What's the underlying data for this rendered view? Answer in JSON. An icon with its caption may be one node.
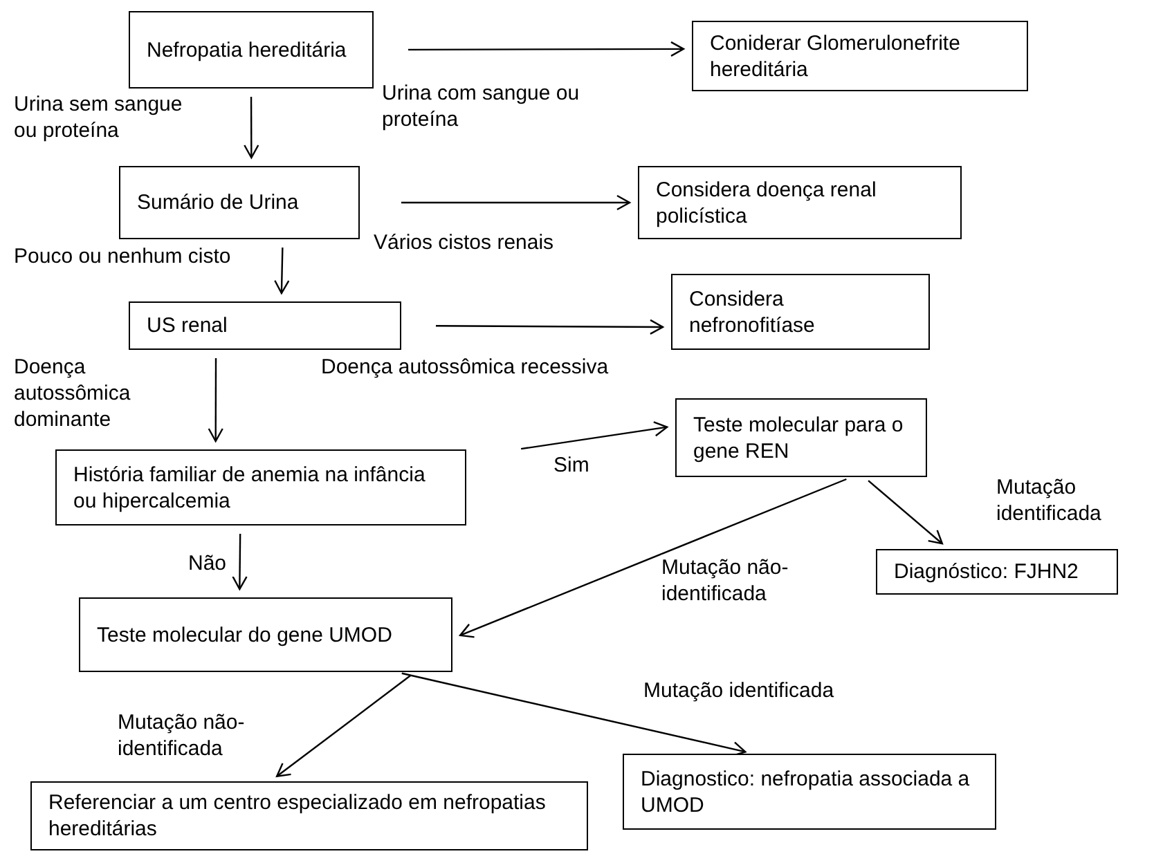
{
  "diagram": {
    "nodes": [
      {
        "text": [
          "Nefropatia hereditária"
        ]
      },
      {
        "text": [
          "Coniderar Glomerulonefrite hereditária"
        ]
      },
      {
        "text": [
          "Sumário de Urina"
        ]
      },
      {
        "text": [
          "Considera doença renal policística"
        ]
      },
      {
        "text": [
          "US renal"
        ]
      },
      {
        "text": [
          "Considera nefronofitíase"
        ]
      },
      {
        "text": [
          "História familiar de anemia na infância ou hipercalcemia"
        ]
      },
      {
        "text": [
          "Teste molecular para o gene REN"
        ]
      },
      {
        "text": [
          "Diagnóstico: FJHN2"
        ]
      },
      {
        "text": [
          "Teste molecular do gene UMOD"
        ]
      },
      {
        "text": [
          "Diagnostico: nefropatia associada a UMOD"
        ]
      },
      {
        "text": [
          "Referenciar a um centro especializado em nefropatias hereditárias"
        ]
      }
    ],
    "edges": [
      {
        "from": 0,
        "to": 1,
        "arrow": "to",
        "label": "Urina com sangue ou proteína"
      },
      {
        "from": 0,
        "to": 2,
        "arrow": "to",
        "label": "Urina sem sangue ou proteína"
      },
      {
        "from": 2,
        "to": 3,
        "arrow": "to",
        "label": "Vários cistos renais"
      },
      {
        "from": 2,
        "to": 4,
        "arrow": "to",
        "label": "Pouco ou nenhum cisto"
      },
      {
        "from": 4,
        "to": 5,
        "arrow": "to",
        "label": "Doença autossômica recessiva"
      },
      {
        "from": 4,
        "to": 6,
        "arrow": "to",
        "label": "Doença autossômica dominante"
      },
      {
        "from": 6,
        "to": 7,
        "arrow": "to",
        "label": "Sim"
      },
      {
        "from": 6,
        "to": 9,
        "arrow": "to",
        "label": "Não"
      },
      {
        "from": 7,
        "to": 8,
        "arrow": "to",
        "label": "Mutação identificada"
      },
      {
        "from": 7,
        "to": 9,
        "arrow": "to",
        "label": "Mutação não-identificada"
      },
      {
        "from": 9,
        "to": 10,
        "arrow": "to",
        "label": "Mutação identificada"
      },
      {
        "from": 9,
        "to": 11,
        "arrow": "to",
        "label": "Mutação não-identificada"
      }
    ]
  }
}
